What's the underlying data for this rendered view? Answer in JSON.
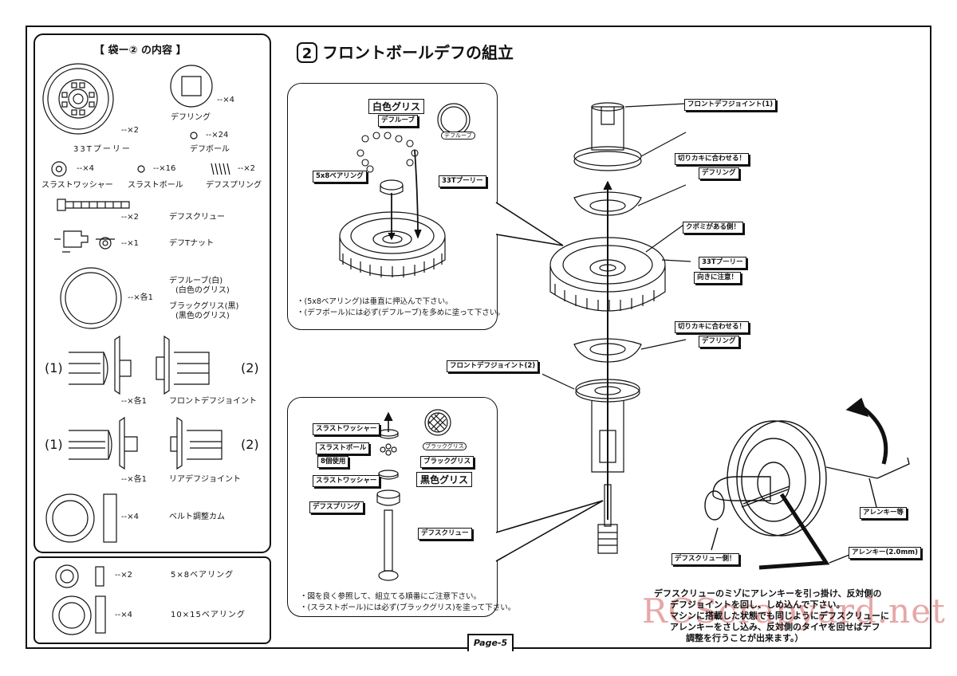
{
  "left_panel": {
    "title": "【 袋ー② の内容 】",
    "items": [
      {
        "name": "33Tプーリー",
        "qty": "--×2"
      },
      {
        "name": "デフリング",
        "qty": "--×4"
      },
      {
        "name": "デフボール",
        "qty": "--×24"
      },
      {
        "name": "スラストワッシャー",
        "qty": "--×4"
      },
      {
        "name": "スラストボール",
        "qty": "--×16"
      },
      {
        "name": "デフスプリング",
        "qty": "--×2"
      },
      {
        "name": "デフスクリュー",
        "qty": "--×2"
      },
      {
        "name": "デフTナット",
        "qty": "--×1"
      },
      {
        "name": "デフルーブ(白)",
        "sub": "(白色のグリス)",
        "qty": "--×各1"
      },
      {
        "name": "ブラックグリス(黒)",
        "sub": "(黒色のグリス)"
      },
      {
        "name": "フロントデフジョイント",
        "qty": "--×各1",
        "left": "(1)",
        "right": "(2)"
      },
      {
        "name": "リアデフジョイント",
        "qty": "--×各1",
        "left": "(1)",
        "right": "(2)"
      },
      {
        "name": "ベルト調整カム",
        "qty": "--×4"
      }
    ],
    "bearings": [
      {
        "name": "5×8ベアリング",
        "qty": "--×2"
      },
      {
        "name": "10×15ベアリング",
        "qty": "--×4"
      }
    ]
  },
  "step": {
    "number": "2",
    "title": "フロントボールデフの組立"
  },
  "upper_detail": {
    "grease_label": "白色グリス",
    "lube_label": "デフルーブ",
    "lube_circle_label": "デフルーブ",
    "bearing_tag": "5x8ベアリング",
    "pulley_tag": "33Tプーリー",
    "notes": [
      "・(5x8ベアリング)は垂直に押込んで下さい。",
      "・(デフボール)には必ず(デフルーブ)を多めに塗って下さい。"
    ]
  },
  "lower_detail": {
    "tags": [
      "スラストワッシャー",
      "スラストボール",
      "8個使用",
      "スラストワッシャー",
      "デフスプリング",
      "デフスクリュー",
      "ブラックグリス"
    ],
    "grease_circle_label": "ブラックグリス",
    "grease_label": "黒色グリス",
    "notes": [
      "・図を良く参照して、組立てる順番にご注意下さい。",
      "・(スラストボール)には必ず(ブラックグリス)を塗って下さい。"
    ]
  },
  "exploded": {
    "tags": [
      "フロントデフジョイント(1)",
      "切りカキに合わせる！",
      "デフリング",
      "クボミがある側！",
      "33Tプーリー",
      "向きに注意！",
      "切りカキに合わせる！",
      "デフリング",
      "フロントデフジョイント(2)"
    ]
  },
  "adjust": {
    "tags": [
      "アレンキー等",
      "アレンキー(2.0mm)",
      "デフスクリュー側！"
    ],
    "note_lines": [
      "デフスクリューのミゾにアレンキーを引っ掛け、反対側の",
      "デフジョイントを回し、しめ込んで下さい。",
      "マシンに搭載した状態でも同じようにデフスクリューに",
      "アレンキーをさし込み、反対側のタイヤを回せばデフ",
      "調整を行うことが出来ます。）"
    ]
  },
  "watermark": "RCScrapyard.net",
  "page": "Page-5"
}
